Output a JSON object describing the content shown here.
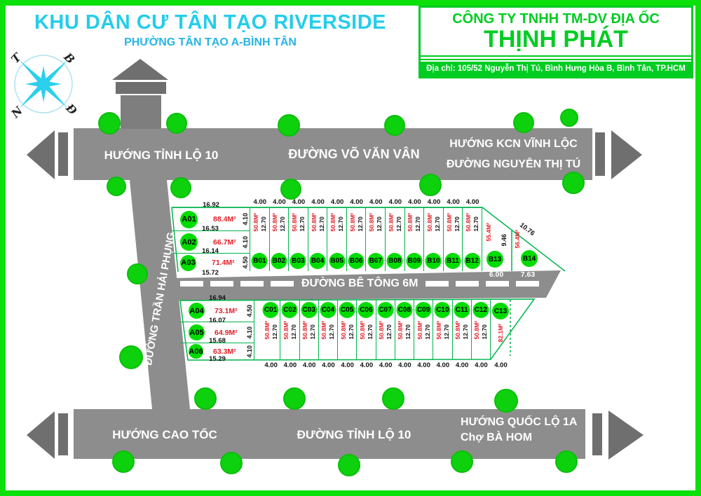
{
  "header": {
    "title": "KHU DÂN CƯ TÂN TẠO RIVERSIDE",
    "subtitle": "PHƯỜNG TÂN TẠO A-BÌNH TÂN",
    "compass": {
      "north": "B",
      "west": "T",
      "south": "N",
      "east": "Đ"
    }
  },
  "company": {
    "line1": "CÔNG TY TNHH TM-DV ĐỊA ỐC",
    "name": "THỊNH PHÁT",
    "address": "Địa chỉ: 105/52 Nguyễn Thị Tú, Bình Hưng Hòa B, Bình Tân, TP.HCM"
  },
  "roads": {
    "top_left": "HƯỚNG TỈNH LỘ 10",
    "top_center": "ĐƯỜNG VÕ VĂN VÂN",
    "top_right_line1": "HƯỚNG KCN VĨNH LỘC",
    "top_right_line2": "ĐƯỜNG NGUYỄN THỊ TÚ",
    "vertical": "ĐƯỜNG TRẦN HẢI PHỤNG",
    "middle": "ĐƯỜNG BÊ TÔNG 6M",
    "bottom_left": "HƯỚNG CAO TỐC",
    "bottom_center": "ĐƯỜNG TỈNH LỘ 10",
    "bottom_right_line1": "HƯỚNG QUỐC LỘ 1A",
    "bottom_right_line2": "Chợ BÀ HOM"
  },
  "plots": {
    "a_upper": {
      "top_len": "16.92",
      "rows": [
        {
          "id": "A01",
          "area": "88.4M²",
          "len": "16.53",
          "side": "4.10"
        },
        {
          "id": "A02",
          "area": "66.7M²",
          "len": "16.14",
          "side": "4.10"
        },
        {
          "id": "A03",
          "area": "71.4M²",
          "len": "15.72",
          "side": "4.50"
        }
      ]
    },
    "a_lower": {
      "top_len": "16.94",
      "rows": [
        {
          "id": "A04",
          "area": "73.1M²",
          "len": "16.07",
          "side": "4.50"
        },
        {
          "id": "A05",
          "area": "64.9M²",
          "len": "15.68",
          "side": "4.10"
        },
        {
          "id": "A06",
          "area": "63.3M²",
          "len": "15.29",
          "side": "4.10"
        }
      ]
    },
    "b_row": [
      {
        "id": "B01",
        "width": "4.00",
        "area": "50.8M²",
        "depth": "12.70"
      },
      {
        "id": "B02",
        "width": "4.00",
        "area": "50.8M²",
        "depth": "12.70"
      },
      {
        "id": "B03",
        "width": "4.00",
        "area": "50.8M²",
        "depth": "12.70"
      },
      {
        "id": "B04",
        "width": "4.00",
        "area": "50.8M²",
        "depth": "12.70"
      },
      {
        "id": "B05",
        "width": "4.00",
        "area": "50.8M²",
        "depth": "12.70"
      },
      {
        "id": "B06",
        "width": "4.00",
        "area": "50.8M²",
        "depth": "12.70"
      },
      {
        "id": "B07",
        "width": "4.00",
        "area": "50.8M²",
        "depth": "12.70"
      },
      {
        "id": "B08",
        "width": "4.00",
        "area": "50.8M²",
        "depth": "12.70"
      },
      {
        "id": "B09",
        "width": "4.00",
        "area": "50.8M²",
        "depth": "12.70"
      },
      {
        "id": "B10",
        "width": "4.00",
        "area": "50.8M²",
        "depth": "12.70"
      },
      {
        "id": "B11",
        "width": "4.00",
        "area": "50.8M²",
        "depth": "12.70"
      },
      {
        "id": "B12",
        "width": "4.00",
        "area": "50.8M²",
        "depth": "12.70"
      }
    ],
    "b13": {
      "id": "B13",
      "area": "55.4M²",
      "side": "9.46",
      "base": "6.00"
    },
    "b14": {
      "id": "B14",
      "area": "56.4M²",
      "slant": "10.76",
      "base": "7.63"
    },
    "c_row": [
      {
        "id": "C01",
        "width": "4.00",
        "area": "50.8M²",
        "depth": "12.70"
      },
      {
        "id": "C02",
        "width": "4.00",
        "area": "50.8M²",
        "depth": "12.70"
      },
      {
        "id": "C03",
        "width": "4.00",
        "area": "50.8M²",
        "depth": "12.70"
      },
      {
        "id": "C04",
        "width": "4.00",
        "area": "50.8M²",
        "depth": "12.70"
      },
      {
        "id": "C05",
        "width": "4.00",
        "area": "50.8M²",
        "depth": "12.70"
      },
      {
        "id": "C06",
        "width": "4.00",
        "area": "50.8M²",
        "depth": "12.70"
      },
      {
        "id": "C07",
        "width": "4.00",
        "area": "50.8M²",
        "depth": "12.70"
      },
      {
        "id": "C08",
        "width": "4.00",
        "area": "50.8M²",
        "depth": "12.70"
      },
      {
        "id": "C09",
        "width": "4.00",
        "area": "50.8M²",
        "depth": "12.70"
      },
      {
        "id": "C10",
        "width": "4.00",
        "area": "50.8M²",
        "depth": "12.70"
      },
      {
        "id": "C11",
        "width": "4.00",
        "area": "50.8M²",
        "depth": "12.70"
      },
      {
        "id": "C12",
        "width": "4.00",
        "area": "50.8M²",
        "depth": "12.70"
      }
    ],
    "c13": {
      "id": "C13",
      "area": "82.1M²",
      "width": "4.00"
    }
  },
  "colors": {
    "frame_green": "#0be00b",
    "company_green": "#00cc22",
    "title_cyan": "#24cdea",
    "road_gray": "#8d8d8d",
    "arrow_gray": "#6f6f6f",
    "line_green": "#00b44c",
    "plot_circle_green": "#00dc00",
    "tree_green": "#0ed10e",
    "area_red": "#e41e26"
  }
}
